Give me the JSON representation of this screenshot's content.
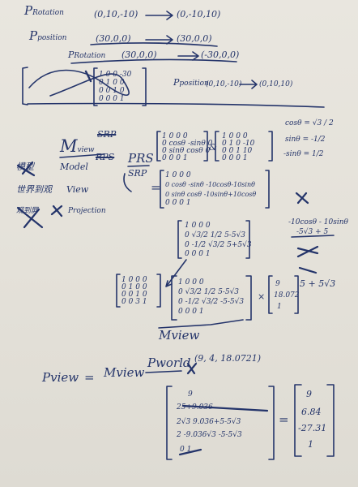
{
  "rotation_line": {
    "label": "P",
    "sub": "Rotation",
    "from": "(0,10,-10)",
    "to": "(0,-10,10)"
  },
  "position_line": {
    "label": "P",
    "sub": "position",
    "from": "(30,0,0)",
    "to": "(30,0,0)"
  },
  "rotation_line_2": {
    "label": "P",
    "sub": "Rotation",
    "from": "(30,0,0)",
    "to": "(-30,0,0)"
  },
  "matrix_1": [
    [
      "1",
      "0",
      "0",
      "-30"
    ],
    [
      "0",
      "1",
      "0",
      "0"
    ],
    [
      "0",
      "0",
      "1",
      "0"
    ],
    [
      "0",
      "0",
      "0",
      "1"
    ]
  ],
  "position_line_2": {
    "label": "P",
    "sub": "position",
    "from": "(0,10,-10)",
    "to": "(0,10,10)"
  },
  "mview_heading": {
    "prefix": "M",
    "sub": "view",
    "crossed_order": "SRP",
    "crossed_order_2": "RPS"
  },
  "legend": {
    "model": {
      "zh": "模型",
      "label": "Model"
    },
    "view": {
      "zh": "世界到观",
      "label": "View"
    },
    "projection": {
      "zh": "观到屏",
      "label": "Projection"
    }
  },
  "order": {
    "first": "PRS",
    "second": "SRP"
  },
  "trig": {
    "cos": "cosθ = √3 / 2",
    "sin": "sinθ = -1/2",
    "neg_sin": "-sinθ = 1/2"
  },
  "matrix_a": [
    [
      "1",
      "0",
      "0",
      "0"
    ],
    [
      "0",
      "cosθ",
      "-sinθ",
      "0"
    ],
    [
      "0",
      "sinθ",
      "cosθ",
      "0"
    ],
    [
      "0",
      "0",
      "0",
      "1"
    ]
  ],
  "matrix_a_operator": "&",
  "matrix_b": [
    [
      "1",
      "0",
      "0",
      "0"
    ],
    [
      "0",
      "1",
      "0",
      "-10"
    ],
    [
      "0",
      "0",
      "1",
      "10"
    ],
    [
      "0",
      "0",
      "0",
      "1"
    ]
  ],
  "matrix_result": [
    [
      "1",
      "0",
      "0",
      "0"
    ],
    [
      "0",
      "cosθ",
      "-sinθ",
      "-10cosθ-10sinθ"
    ],
    [
      "0",
      "sinθ",
      "cosθ",
      "-10sinθ+10cosθ"
    ],
    [
      "0",
      "0",
      "0",
      "1"
    ]
  ],
  "side_work": {
    "line1": "-10cosθ - 10sinθ",
    "line2": "-5√3 + 5",
    "line3": "5 + 5√3"
  },
  "matrix_numeric": [
    [
      "1",
      "0",
      "0",
      "0"
    ],
    [
      "0",
      "√3/2",
      "1/2",
      "5-5√3"
    ],
    [
      "0",
      "-1/2",
      "√3/2",
      "5+5√3"
    ],
    [
      "0",
      "0",
      "0",
      "1"
    ]
  ],
  "matrix_small": [
    [
      "1",
      "0",
      "0",
      "0"
    ],
    [
      "0",
      "1",
      "0",
      "0"
    ],
    [
      "0",
      "0",
      "1",
      "0"
    ],
    [
      "0",
      "0",
      "3",
      "1"
    ]
  ],
  "matrix_main": [
    [
      "1",
      "0",
      "0",
      "0"
    ],
    [
      "0",
      "√3/2",
      "1/2",
      "5-5√3"
    ],
    [
      "0",
      "-1/2",
      "√3/2",
      "-5-5√3"
    ],
    [
      "0",
      "0",
      "0",
      "1"
    ]
  ],
  "times": "×",
  "vector_world": [
    "9",
    "18.072",
    "1"
  ],
  "mview_label": "Mview",
  "equation": {
    "lhs": "Pview",
    "eq": "=",
    "rhs_m": "Mview",
    "rhs_p": "Pworld",
    "point": "(9, 4, 18.0721)"
  },
  "calc_rows": [
    "9",
    "25+9.036",
    "2√3  9.036+5-5√3",
    "2  -9.036√3  -5-5√3",
    "0  1"
  ],
  "result_vector": [
    "9",
    "6.84",
    "-27.31",
    "1"
  ]
}
